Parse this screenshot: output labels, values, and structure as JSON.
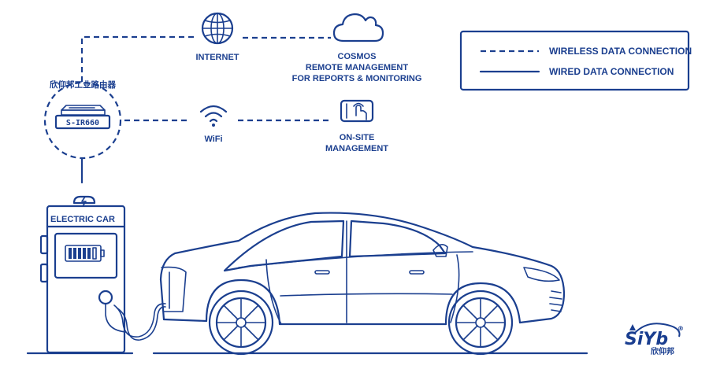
{
  "legend": {
    "wireless": "WIRELESS DATA CONNECTION",
    "wired": "WIRED DATA CONNECTION"
  },
  "nodes": {
    "internet": "INTERNET",
    "cosmos_line1": "COSMOS",
    "cosmos_line2": "REMOTE MANAGEMENT",
    "cosmos_line3": "FOR REPORTS & MONITORING",
    "router_caption": "欣仰邦工业路由器",
    "router_model": "S-IR660",
    "wifi": "WiFi",
    "onsite_line1": "ON-SITE",
    "onsite_line2": "MANAGEMENT",
    "charger": "ELECTRIC CAR"
  },
  "logo": {
    "brand": "SiYb",
    "registered": "®",
    "chinese": "欣仰邦"
  },
  "icons": [
    "globe-icon",
    "cloud-icon",
    "wifi-icon",
    "touch-device-icon",
    "router-icon",
    "lightning-icon"
  ],
  "colors": {
    "stroke": "#1b3f8f",
    "accent": "#1a3e90"
  }
}
